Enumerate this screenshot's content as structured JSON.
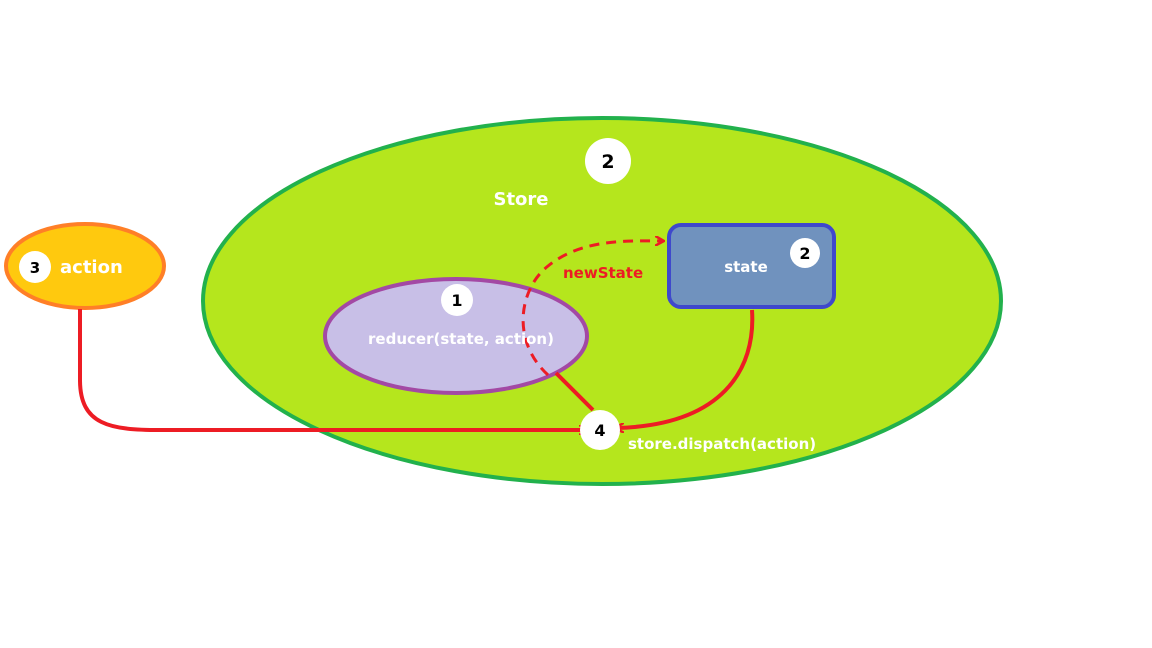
{
  "colors": {
    "background": "#ffffff",
    "store_fill": "#b5e61d",
    "store_stroke": "#22b14c",
    "reducer_fill": "#c8bfe7",
    "reducer_stroke": "#a349a4",
    "state_fill": "#7092be",
    "state_stroke": "#3f48cc",
    "action_fill": "#ffc90e",
    "action_stroke": "#ff7f27",
    "arrow": "#ed1c24",
    "badge_fill": "#ffffff",
    "label_light": "#ffffff",
    "label_dark": "#000000",
    "newstate_label": "#ed1c24"
  },
  "store": {
    "label": "Store",
    "badge": "2"
  },
  "reducer": {
    "label": "reducer(state, action)",
    "badge": "1"
  },
  "state": {
    "label": "state",
    "badge": "2"
  },
  "action": {
    "label": "action",
    "badge": "3"
  },
  "dispatch": {
    "badge": "4",
    "label": "store.dispatch(action)"
  },
  "edges": {
    "new_state_label": "newState"
  }
}
